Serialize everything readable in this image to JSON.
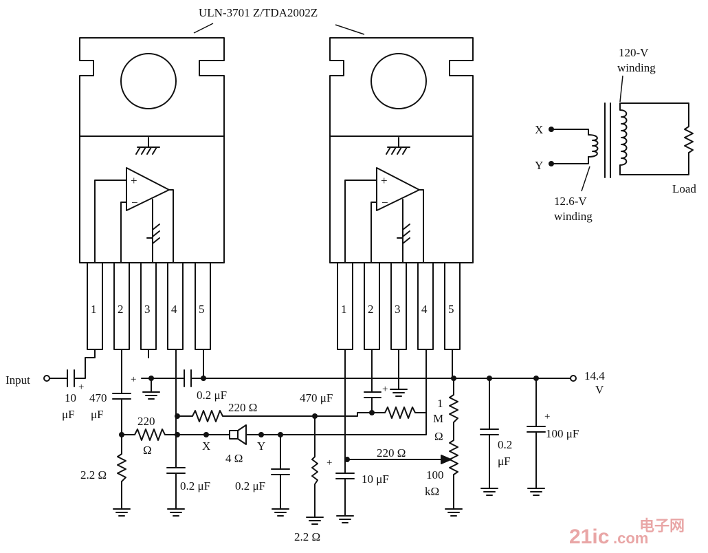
{
  "title": "ULN-3701 Z/TDA2002Z",
  "ic_left": {
    "pins": [
      "1",
      "2",
      "3",
      "4",
      "5"
    ],
    "plus": "+",
    "minus": "−"
  },
  "ic_right": {
    "pins": [
      "1",
      "2",
      "3",
      "4",
      "5"
    ],
    "plus": "+",
    "minus": "−"
  },
  "labels": {
    "input": "Input",
    "c_in_val": "10",
    "c_in_unit": "μF",
    "c_in_plus": "+",
    "c470a_val": "470",
    "c470a_unit": "μF",
    "c470a_plus": "+",
    "c02_top": "0.2 μF",
    "r220_top": "220 Ω",
    "r220_left_val": "220",
    "r220_left_unit": "Ω",
    "c470_right": "470 μF",
    "c470_right_plus": "+",
    "speaker": "4 Ω",
    "x_node": "X",
    "y_node": "Y",
    "r22_left": "2.2 Ω",
    "c02_a": "0.2 μF",
    "c02_b": "0.2 μF",
    "r22_bottom": "2.2 Ω",
    "r22_bottom_plus": "+",
    "c10": "10 μF",
    "r220_pot": "220 Ω",
    "pot_val": "100",
    "pot_unit": "kΩ",
    "r1m_a": "1",
    "r1m_b": "M",
    "r1m_c": "Ω",
    "c02_right_val": "0.2",
    "c02_right_unit": "μF",
    "c100": "100 μF",
    "c100_plus": "+",
    "supply_val": "14.4",
    "supply_unit": "V"
  },
  "transformer": {
    "primary_a": "120-V",
    "primary_b": "winding",
    "secondary_a": "12.6-V",
    "secondary_b": "winding",
    "x": "X",
    "y": "Y",
    "load": "Load"
  },
  "watermark": {
    "a": "21ic",
    "b": ".com",
    "c": "电子网"
  }
}
